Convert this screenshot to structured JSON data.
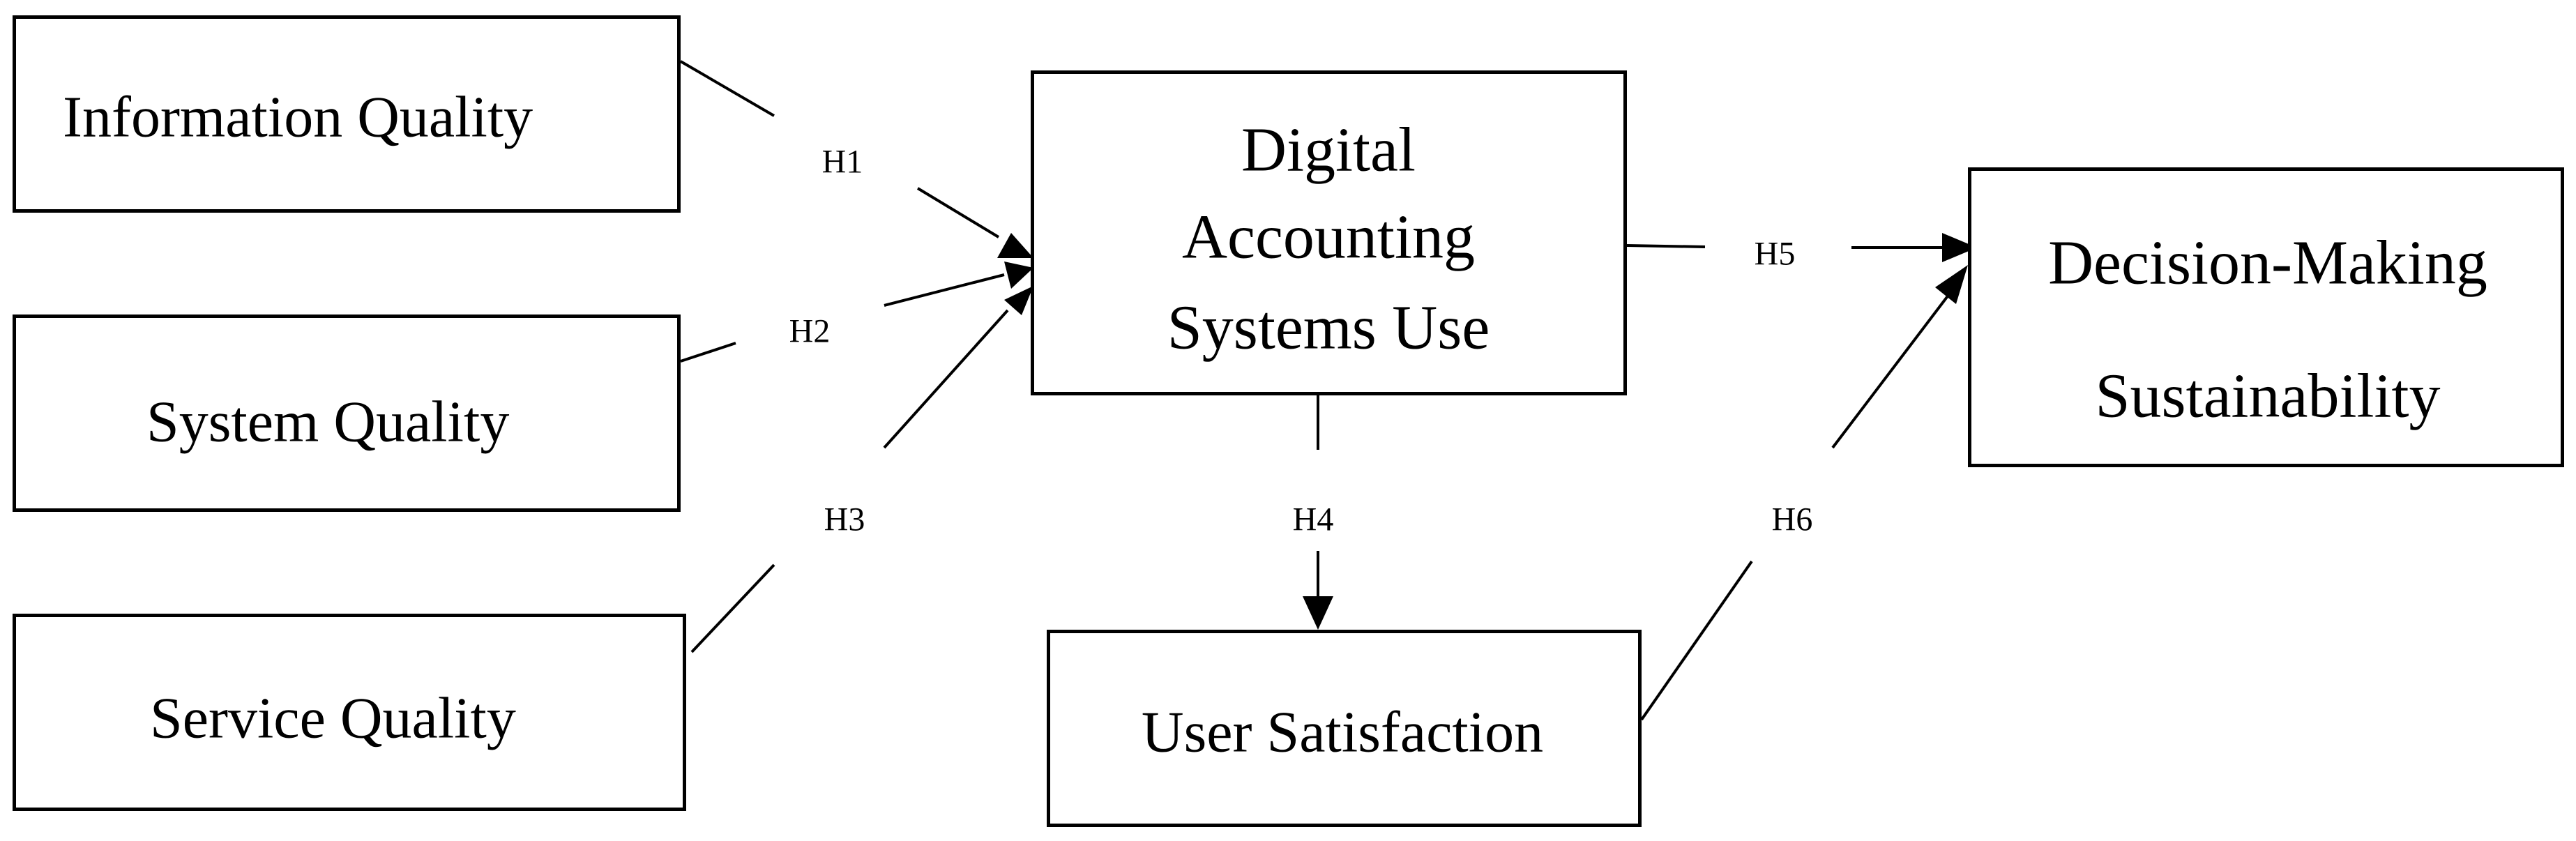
{
  "constructs": {
    "information_quality": "Information Quality",
    "system_quality": "System Quality",
    "service_quality": "Service Quality",
    "digital_accounting": {
      "line1": "Digital",
      "line2": "Accounting",
      "line3": "Systems Use"
    },
    "user_satisfaction": "User Satisfaction",
    "decision_making": {
      "line1": "Decision-Making",
      "line2": "Sustainability"
    }
  },
  "hypotheses": {
    "h1": "H1",
    "h2": "H2",
    "h3": "H3",
    "h4": "H4",
    "h5": "H5",
    "h6": "H6"
  },
  "colors": {
    "stroke": "#000000",
    "background": "#ffffff"
  }
}
